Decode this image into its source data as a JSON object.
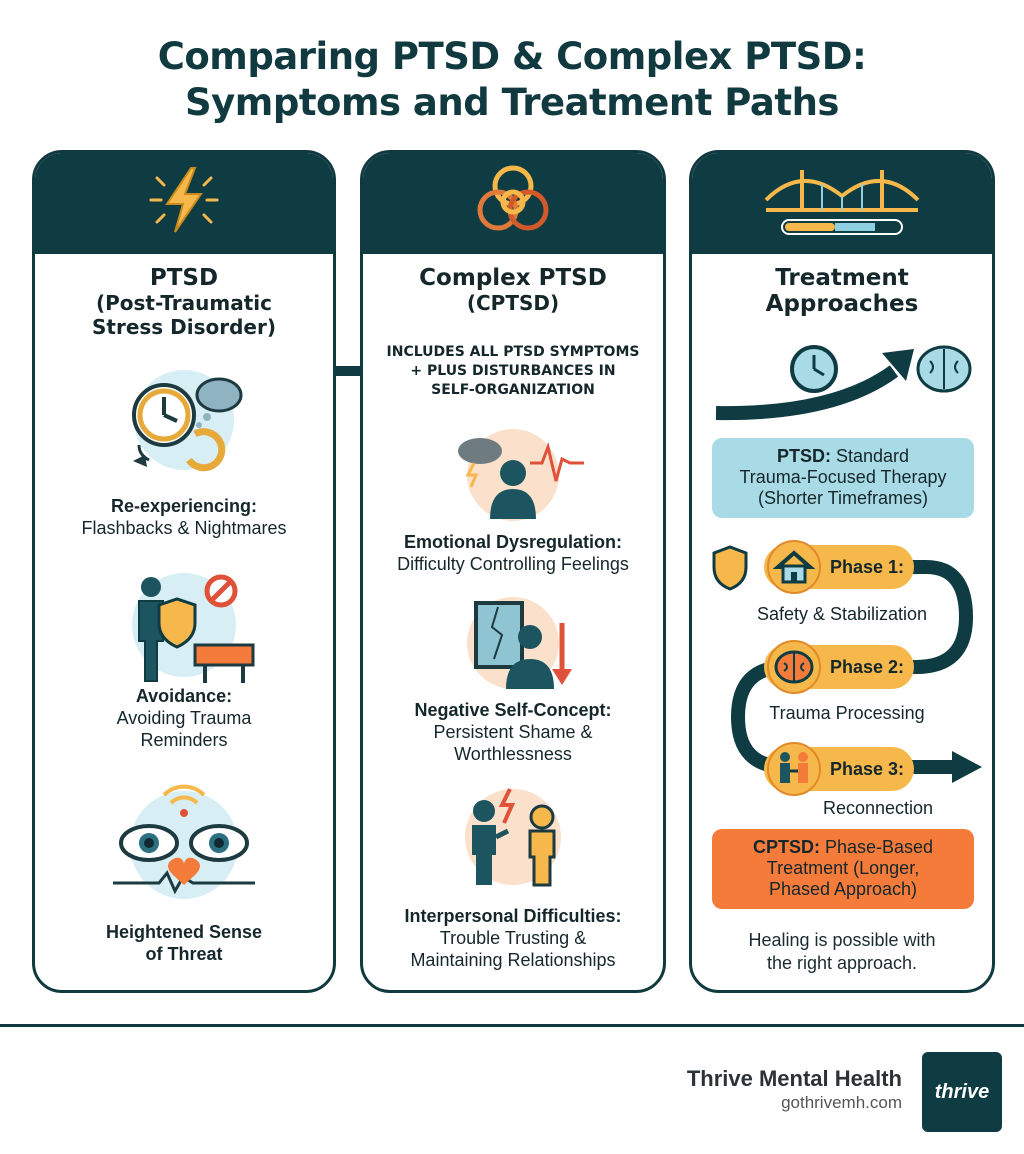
{
  "title": {
    "line1": "Comparing PTSD & Complex PTSD:",
    "line2": "Symptoms and Treatment Paths"
  },
  "ptsd": {
    "heading": "PTSD",
    "subheading_1": "(Post-Traumatic",
    "subheading_2": "Stress Disorder)",
    "symptoms": [
      {
        "title": "Re-experiencing:",
        "desc": "Flashbacks & Nightmares"
      },
      {
        "title": "Avoidance:",
        "desc": "Avoiding Trauma",
        "desc2": "Reminders"
      },
      {
        "title": "Heightened Sense",
        "desc": "of Threat"
      }
    ]
  },
  "cptsd": {
    "heading": "Complex PTSD",
    "subheading": "(CPTSD)",
    "includes": [
      "INCLUDES ALL PTSD SYMPTOMS",
      "+ PLUS DISTURBANCES IN",
      "SELF-ORGANIZATION"
    ],
    "symptoms": [
      {
        "title": "Emotional Dysregulation:",
        "desc": "Difficulty Controlling Feelings"
      },
      {
        "title": "Negative Self-Concept:",
        "desc": "Persistent Shame &",
        "desc2": "Worthlessness"
      },
      {
        "title": "Interpersonal Difficulties:",
        "desc": "Trouble Trusting &",
        "desc2": "Maintaining Relationships"
      }
    ]
  },
  "treatment": {
    "heading_1": "Treatment",
    "heading_2": "Approaches",
    "ptsd_box": {
      "label": "PTSD:",
      "text": "Standard",
      "line2": "Trauma-Focused Therapy",
      "line3": "(Shorter Timeframes)"
    },
    "phases": [
      {
        "label": "Phase 1:",
        "desc": "Safety & Stabilization"
      },
      {
        "label": "Phase 2:",
        "desc": "Trauma Processing"
      },
      {
        "label": "Phase 3:",
        "desc": "Reconnection"
      }
    ],
    "cptsd_box": {
      "label": "CPTSD:",
      "text": "Phase-Based",
      "line2": "Treatment (Longer,",
      "line3": "Phased Approach)"
    },
    "closing_1": "Healing is possible with",
    "closing_2": "the right approach."
  },
  "footer": {
    "brand_name": "Thrive Mental Health",
    "url": "gothrivemh.com",
    "logo_text": "thrive"
  },
  "colors": {
    "dark_teal": "#0f3b42",
    "orange": "#f47b3a",
    "gold": "#f6b84a",
    "light_blue": "#a9dbe6"
  }
}
